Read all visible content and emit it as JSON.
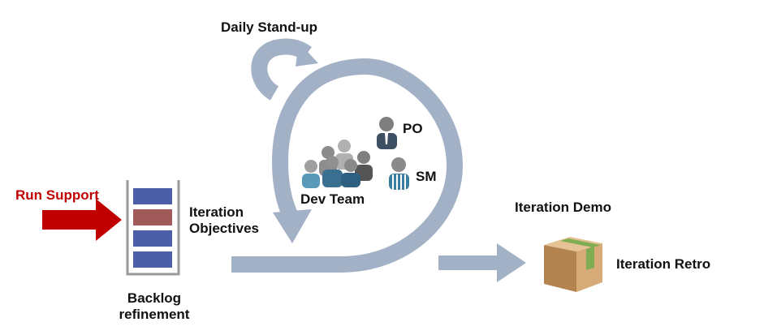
{
  "labels": {
    "daily_standup": "Daily Stand-up",
    "run_support": "Run Support",
    "backlog_line1": "Backlog",
    "backlog_line2": "refinement",
    "iteration_objectives_line1": "Iteration",
    "iteration_objectives_line2": "Objectives",
    "po": "PO",
    "sm": "SM",
    "dev_team": "Dev Team",
    "iteration_demo": "Iteration Demo",
    "iteration_retro": "Iteration Retro"
  },
  "colors": {
    "arrow_gray": "#a3b1c6",
    "run_support_red": "#c00000",
    "backlog_blue": "#4a5fa8",
    "backlog_red": "#a05a5a",
    "person_gray": "#7f7f7f",
    "person_dark": "#3d4f63",
    "person_teal": "#3a7fa0",
    "box_tan": "#c89a64",
    "box_tape": "#7fae52"
  }
}
